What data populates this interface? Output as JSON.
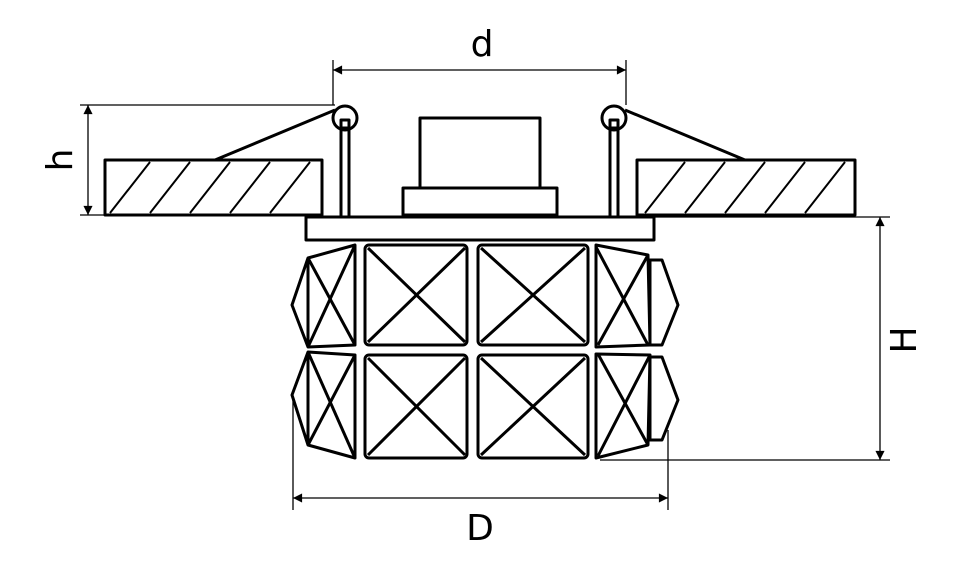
{
  "diagram": {
    "dimensions": {
      "d_label": "d",
      "h_label": "h",
      "H_label": "H",
      "D_label": "D"
    },
    "colors": {
      "line": "#000000",
      "background": "#ffffff"
    }
  }
}
